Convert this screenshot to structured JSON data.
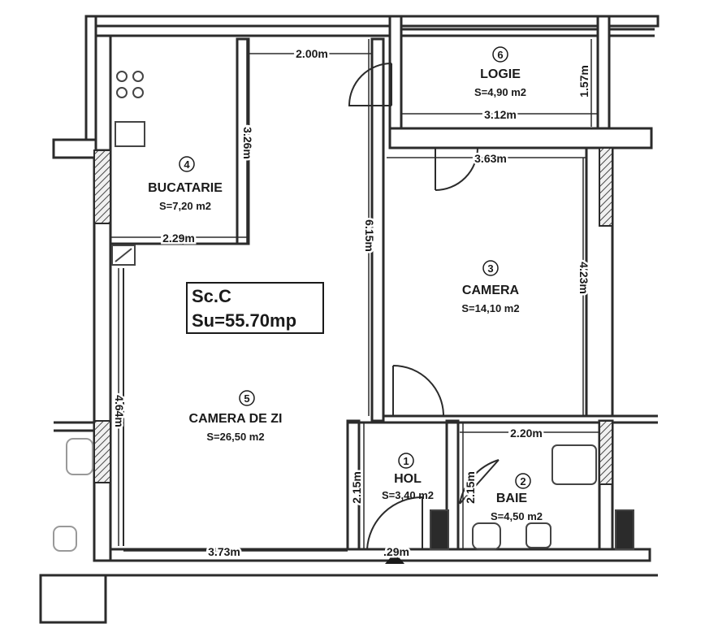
{
  "summary": {
    "section": "Sc.C",
    "useful_area": "Su=55.70mp"
  },
  "rooms": [
    {
      "number": "1",
      "name": "HOL",
      "area": "S=3,40 m2"
    },
    {
      "number": "2",
      "name": "BAIE",
      "area": "S=4,50 m2"
    },
    {
      "number": "3",
      "name": "CAMERA",
      "area": "S=14,10 m2"
    },
    {
      "number": "4",
      "name": "BUCATARIE",
      "area": "S=7,20 m2"
    },
    {
      "number": "5",
      "name": "CAMERA DE ZI",
      "area": "S=26,50 m2"
    },
    {
      "number": "6",
      "name": "LOGIE",
      "area": "S=4,90 m2"
    }
  ],
  "dimensions": {
    "kitchen_top": "2.00m",
    "kitchen_height": "3.26m",
    "kitchen_width": "2.29m",
    "living_height": "6.15m",
    "living_left": "4.64m",
    "living_bottom": "3.73m",
    "logia_width": "3.12m",
    "logia_height": "1.57m",
    "bedroom_width": "3.63m",
    "bedroom_height": "4.23m",
    "bath_width": "2.20m",
    "hall_height": "2.15m",
    "bath_height": "2.15m",
    "entry_width": ".29m"
  },
  "colors": {
    "wall": "#2b2b2b",
    "hatch": "#555555",
    "paper": "#ffffff",
    "ink": "#1a1a1a"
  }
}
